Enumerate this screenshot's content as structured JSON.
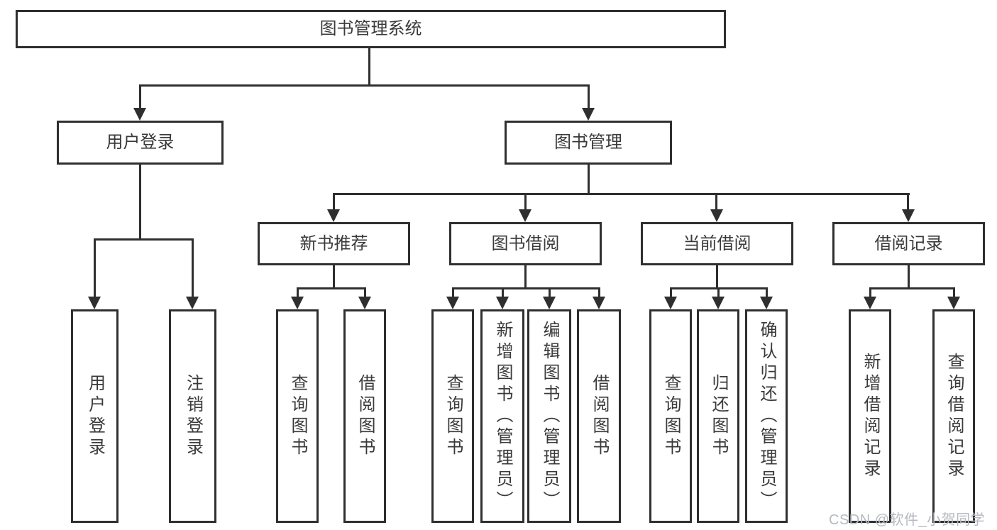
{
  "tree": {
    "root": "图书管理系统",
    "user_login": "用户登录",
    "book_mgmt": "图书管理",
    "new_book": "新书推荐",
    "book_borrow": "图书借阅",
    "current_borrow": "当前借阅",
    "borrow_records": "借阅记录",
    "leaves": {
      "a1": "用户登录",
      "a2": "注销登录",
      "b1": "查询图书",
      "b2": "借阅图书",
      "c1": "查询图书",
      "c2": "新增图书（管理员）",
      "c3": "编辑图书（管理员）",
      "c4": "借阅图书",
      "d1": "查询图书",
      "d2": "归还图书",
      "d3": "确认归还（管理员）",
      "e1": "新增借阅记录",
      "e2": "查询借阅记录"
    }
  },
  "watermark": "CSDN @软件_小贺同学",
  "colors": {
    "line": "#2f2f2f",
    "text": "#3a3a3a",
    "wm": "#b4b9c1",
    "bg": "#ffffff"
  }
}
